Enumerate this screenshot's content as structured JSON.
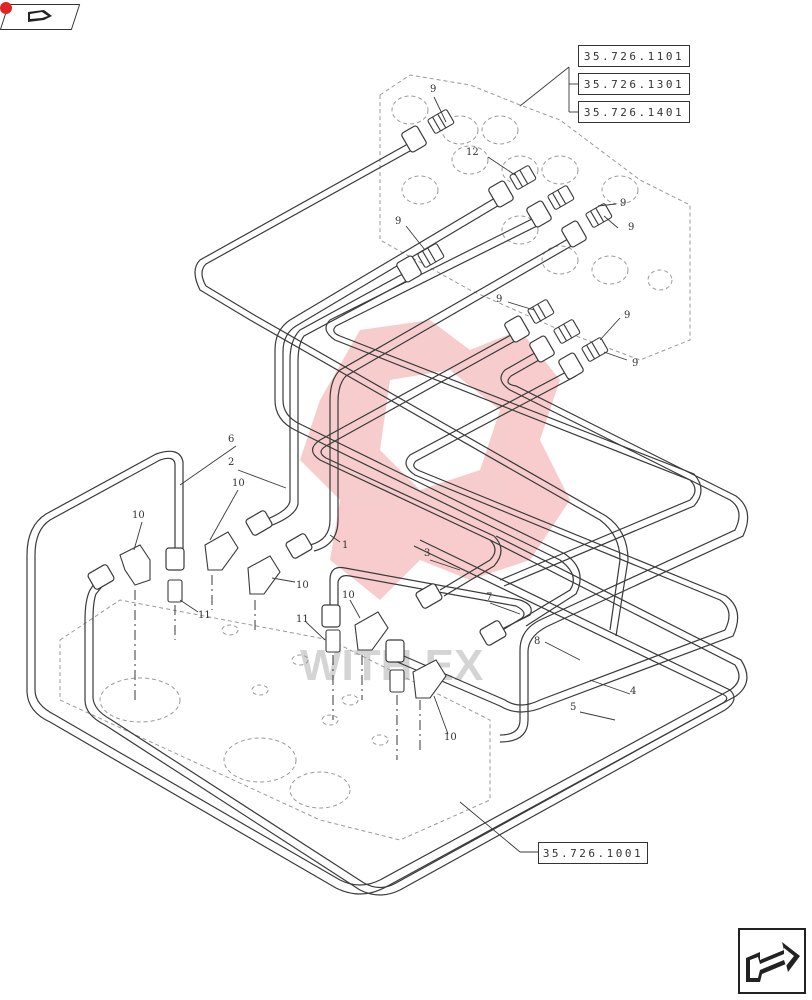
{
  "references": {
    "top_1": "35.726.1101",
    "top_2": "35.726.1301",
    "top_3": "35.726.1401",
    "bottom": "35.726.1001"
  },
  "callouts": [
    "1",
    "2",
    "3",
    "4",
    "5",
    "6",
    "7",
    "8",
    "9",
    "10",
    "11",
    "12"
  ],
  "watermark_text": "WITH EX",
  "colors": {
    "line": "#3a3a3a",
    "ghost": "#9a9a9a",
    "watermark": "#f2a3a3",
    "badge": "#e02424"
  },
  "icons": {
    "corner_tag": "book-icon",
    "nav": "next-page-arrow-icon"
  }
}
